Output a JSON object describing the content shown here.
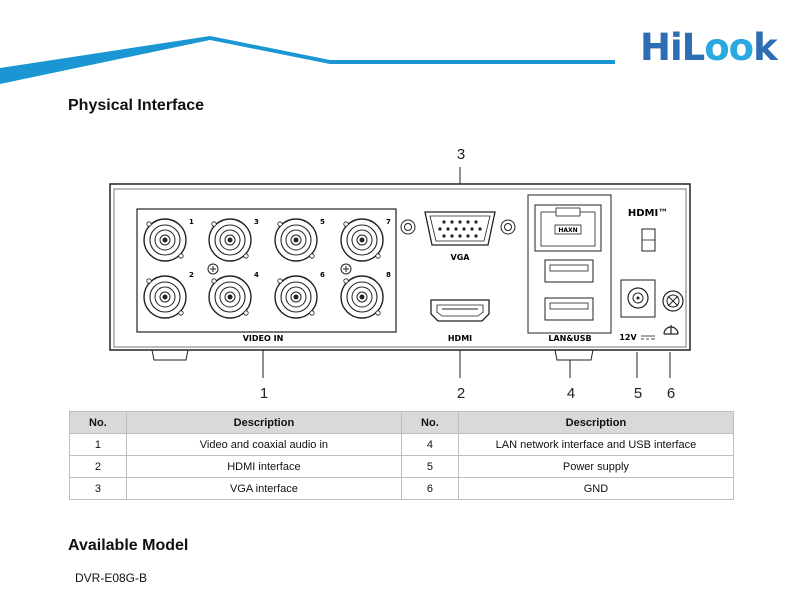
{
  "brand": {
    "logo_prefix": "HiL",
    "logo_oo": "oo",
    "logo_suffix": "k"
  },
  "sections": {
    "physical_interface": "Physical Interface",
    "available_model": "Available Model"
  },
  "device": {
    "bnc_numbers": [
      "1",
      "2",
      "3",
      "4",
      "5",
      "6",
      "7",
      "8"
    ],
    "video_in_label": "VIDEO IN",
    "vga_label": "VGA",
    "hdmi_label": "HDMI",
    "hdmi_tm_label": "HDMI™",
    "lan_usb_label": "LAN&USB",
    "power_label": "12V",
    "rj45_label": "HAXN"
  },
  "callouts": [
    "1",
    "2",
    "3",
    "4",
    "5",
    "6"
  ],
  "table": {
    "headers": [
      "No.",
      "Description",
      "No.",
      "Description"
    ],
    "rows": [
      [
        "1",
        "Video and coaxial audio in",
        "4",
        "LAN network interface and USB interface"
      ],
      [
        "2",
        "HDMI interface",
        "5",
        "Power supply"
      ],
      [
        "3",
        "VGA interface",
        "6",
        "GND"
      ]
    ]
  },
  "model": {
    "name": "DVR-E08G-B"
  },
  "colors": {
    "brand_blue": "#2c6db3",
    "accent_blue": "#2aa8e0",
    "band_blue": "#1a97d3",
    "header_gray": "#d9d9d9"
  }
}
